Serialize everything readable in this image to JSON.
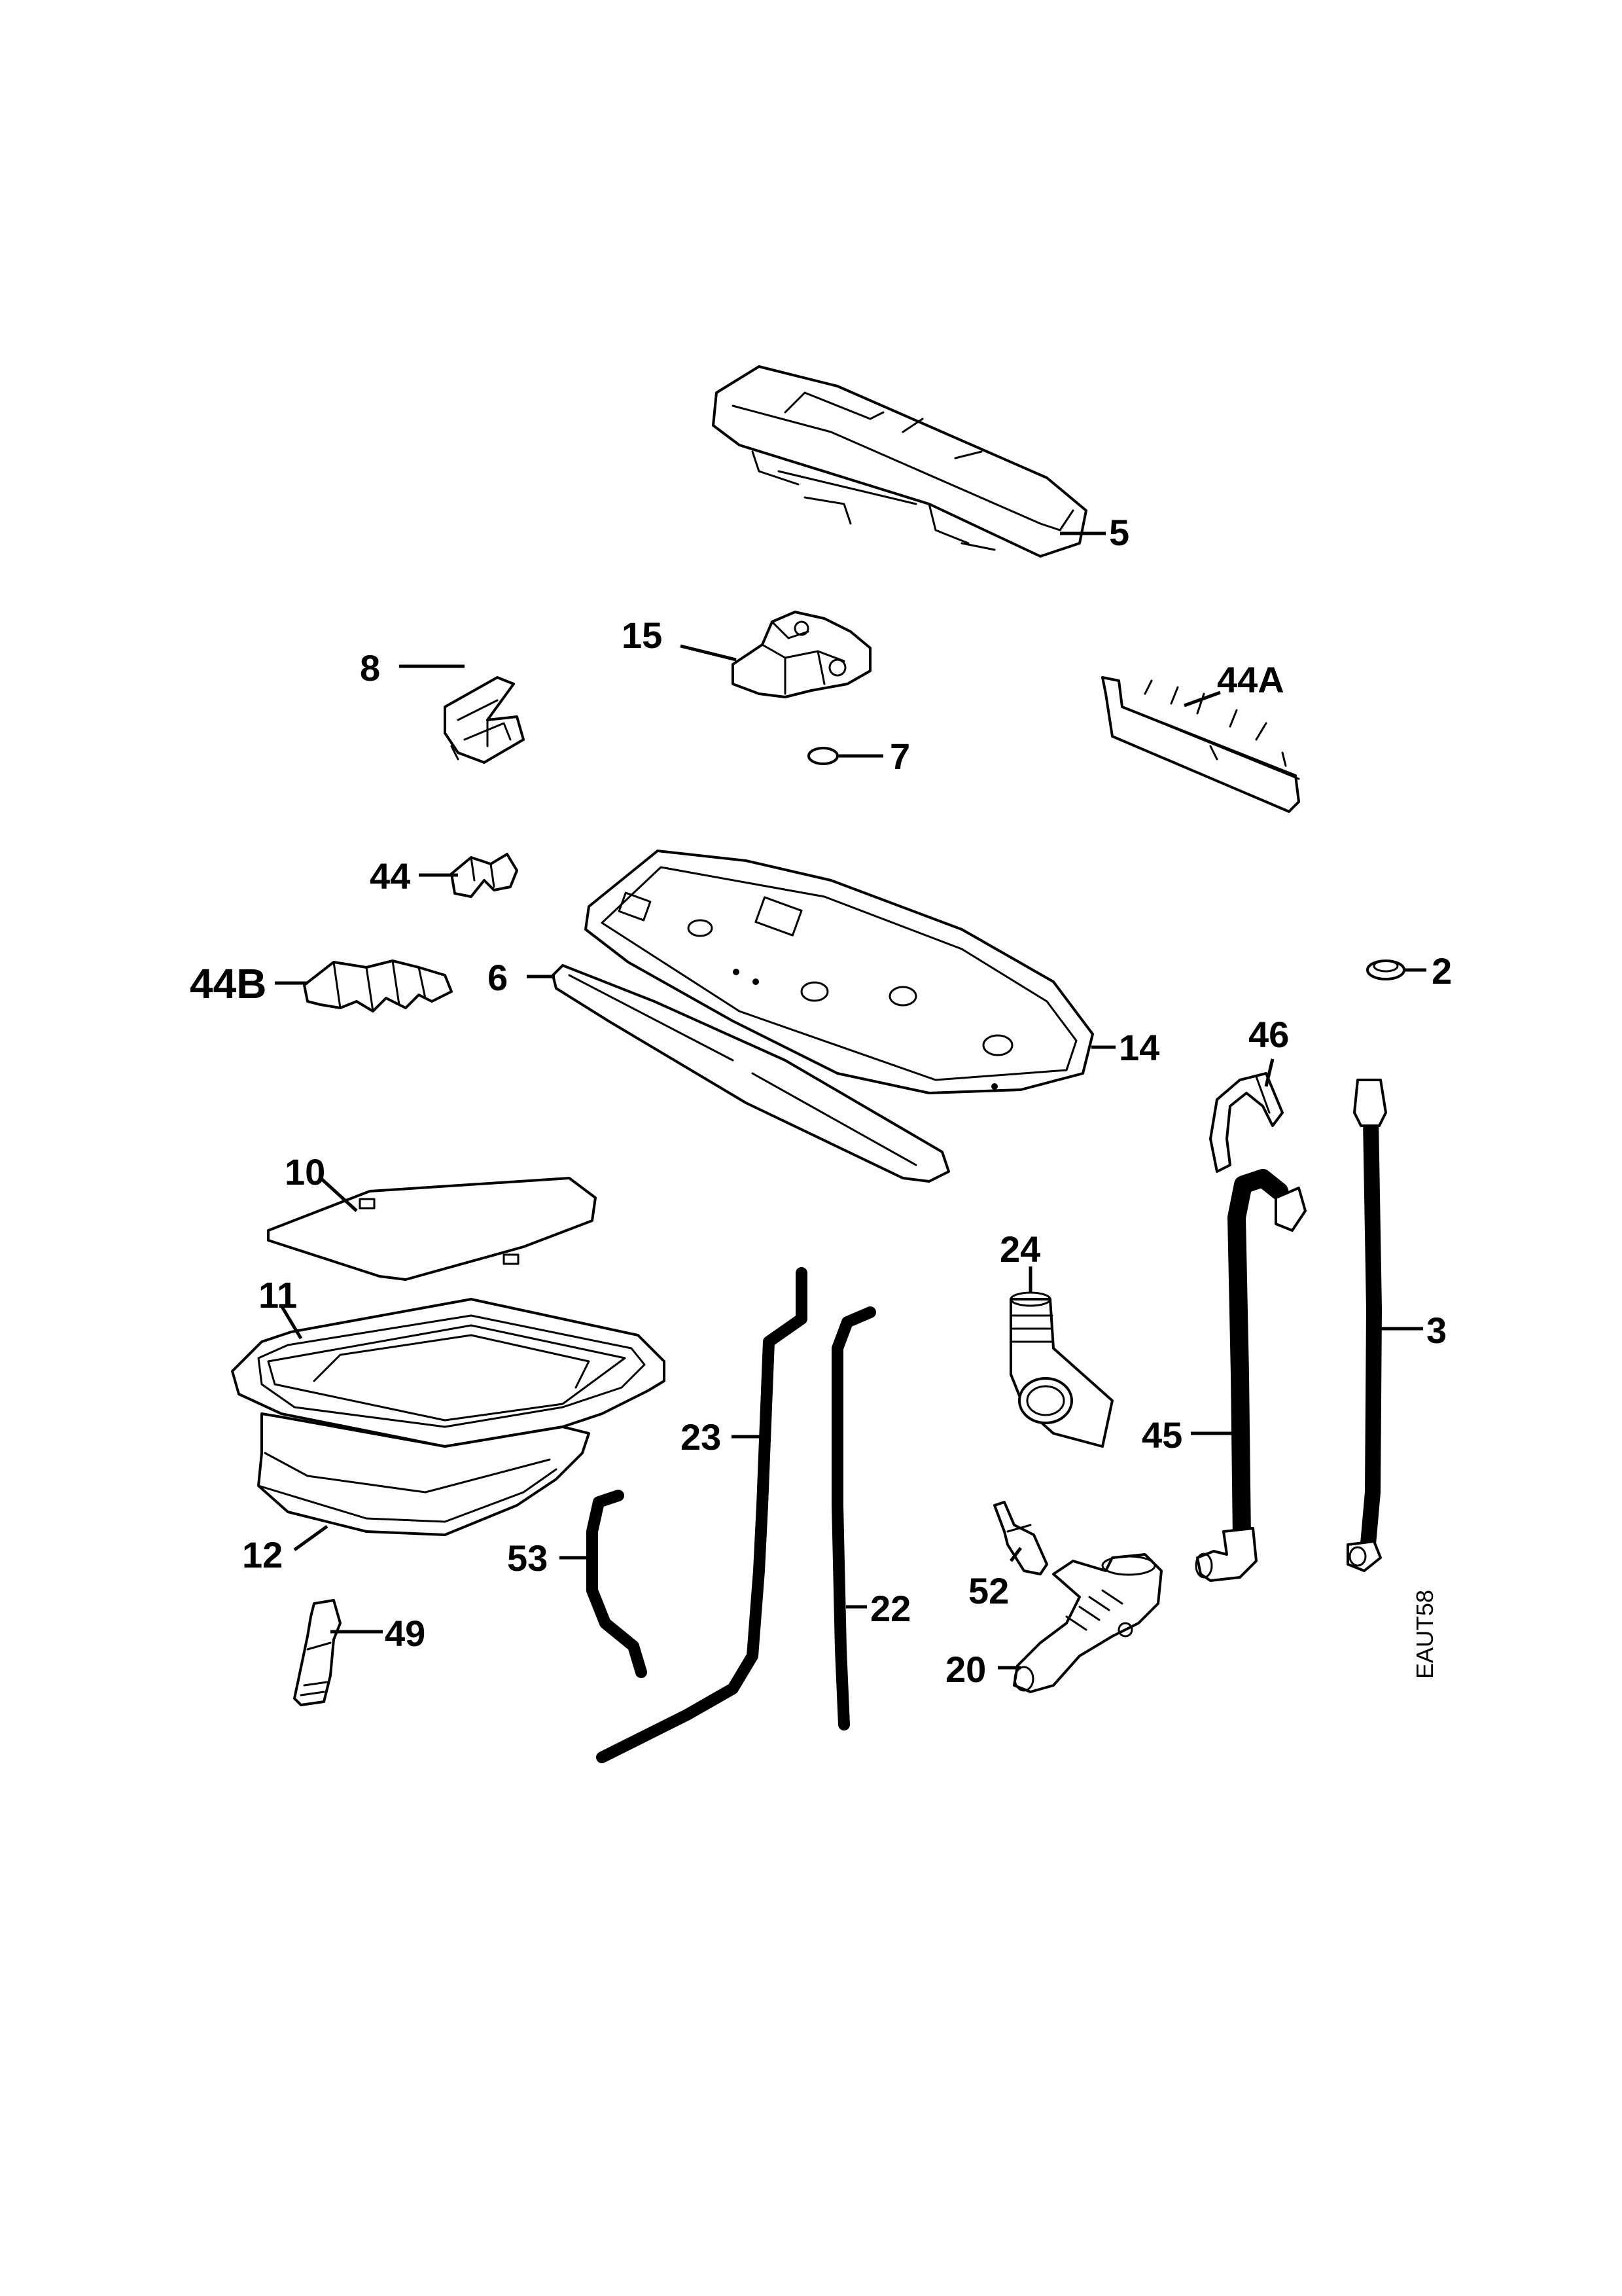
{
  "labels": {
    "p5": "5",
    "p15": "15",
    "p8": "8",
    "p44A": "44A",
    "p7": "7",
    "p44": "44",
    "p44B": "44B",
    "p6": "6",
    "p2": "2",
    "p14": "14",
    "p46": "46",
    "p10": "10",
    "p24": "24",
    "p11": "11",
    "p3": "3",
    "p23": "23",
    "p45": "45",
    "p12": "12",
    "p53": "53",
    "p52": "52",
    "p22": "22",
    "p49": "49",
    "p20": "20"
  },
  "diagram_code": "EAUT58"
}
